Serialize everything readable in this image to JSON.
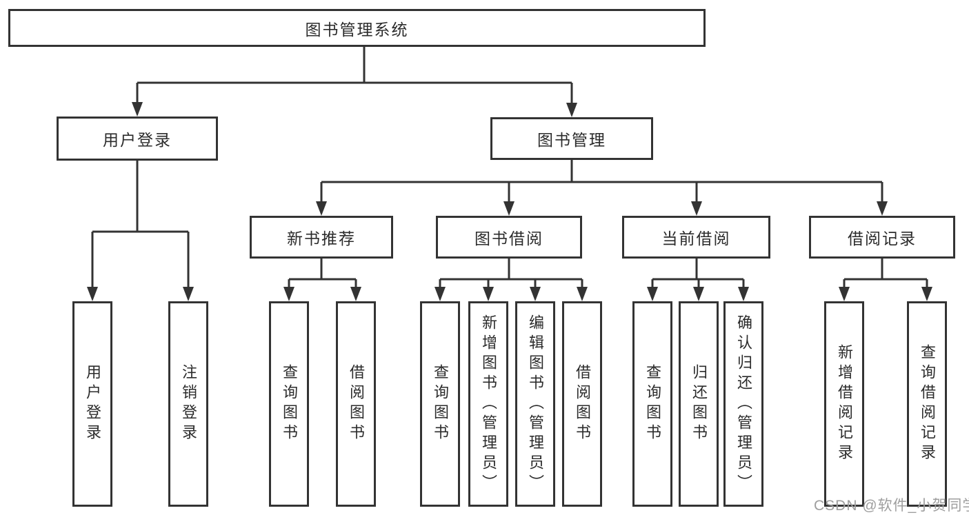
{
  "colors": {
    "line": "#333333",
    "box_border": "#333333",
    "text": "#2b2b2b",
    "watermark": "#9e9e9e",
    "background": "#ffffff"
  },
  "watermark": "CSDN @软件_小贺同学",
  "diagram": {
    "title": "图书管理系统",
    "branches": [
      {
        "label": "用户登录",
        "children": [
          {
            "label": "用户登录"
          },
          {
            "label": "注销登录"
          }
        ]
      },
      {
        "label": "图书管理",
        "children": [
          {
            "label": "新书推荐",
            "children": [
              {
                "label": "查询图书"
              },
              {
                "label": "借阅图书"
              }
            ]
          },
          {
            "label": "图书借阅",
            "children": [
              {
                "label": "查询图书"
              },
              {
                "label": "新增图书（管理员）"
              },
              {
                "label": "编辑图书（管理员）"
              },
              {
                "label": "借阅图书"
              }
            ]
          },
          {
            "label": "当前借阅",
            "children": [
              {
                "label": "查询图书"
              },
              {
                "label": "归还图书"
              },
              {
                "label": "确认归还（管理员）"
              }
            ]
          },
          {
            "label": "借阅记录",
            "children": [
              {
                "label": "新增借阅记录"
              },
              {
                "label": "查询借阅记录"
              }
            ]
          }
        ]
      }
    ]
  }
}
